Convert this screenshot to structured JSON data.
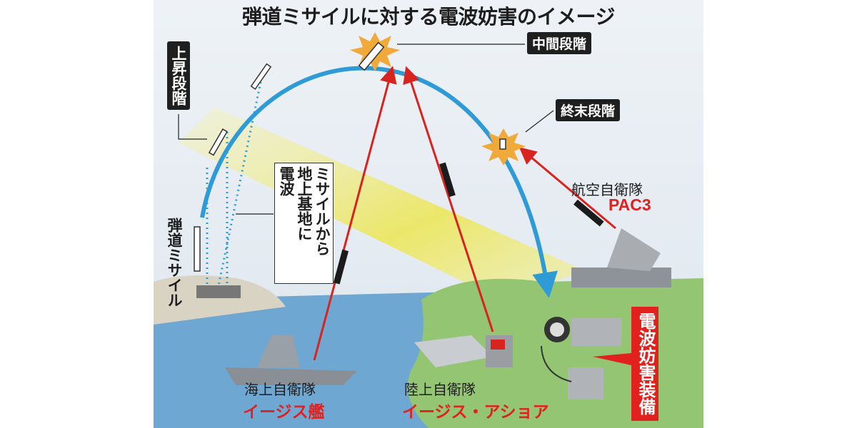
{
  "title": "弾道ミサイルに対する電波妨害のイメージ",
  "phases": {
    "ascent": "上昇段階",
    "midcourse": "中間段階",
    "terminal": "終末段階"
  },
  "missile_signal": "ミサイルから\n地上基地に\n電波",
  "ballistic_missile": "弾道ミサイル",
  "asdf": {
    "org": "航空自衛隊",
    "system": "PAC3"
  },
  "msdf": {
    "org": "海上自衛隊",
    "system": "イージス艦"
  },
  "gsdf": {
    "org": "陸上自衛隊",
    "system": "イージス・アショア"
  },
  "jamming": "電波妨害装備",
  "colors": {
    "trajectory": "#2f9bd6",
    "interceptor": "#d8231f",
    "accent_red": "#e0211e",
    "sea": "#6ea8d2",
    "land": "#93c572",
    "beam": "#f2ec6a"
  }
}
